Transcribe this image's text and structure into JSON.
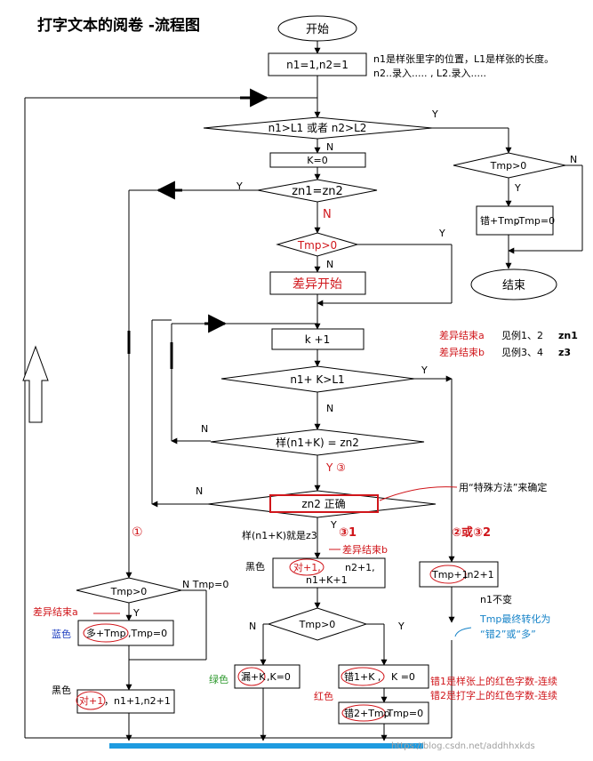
{
  "title": "打字文本的阅卷 -流程图",
  "nodes": {
    "start": "开始",
    "init": "n1=1,n2=1",
    "cond_end": "n1>L1 或者 n2>L2",
    "k_zero": "K=0",
    "cond_eq": "zn1=zn2",
    "cond_tmp1": "Tmp>0",
    "diff_start": "差异开始",
    "k_plus": "k +1",
    "cond_k": "n1+ K>L1",
    "cond_match": "样(n1+K) = zn2",
    "cond_zn2": "zn2 正确",
    "black_op_a": "对+1,",
    "black_op_b": "n2+1,",
    "black_op_c": "n1+K+1",
    "right_op_a": "Tmp+1",
    "right_op_b": ",n2+1",
    "cond_tmp_left": "Tmp>0",
    "blue_op_a": "多+Tmp",
    "blue_op_b": ",Tmp=0",
    "black2_op_a": "对+1",
    "black2_op_b": "，n1+1,n2+1",
    "cond_tmp_mid": "Tmp>0",
    "green_op_a": "漏+K",
    "green_op_b": ",K=0",
    "red_op1_a": "错1+K ,",
    "red_op1_b": "K =0",
    "red_op2_a": "错2+Tmp",
    "red_op2_b": ",Tmp=0",
    "cond_tmp_end": "Tmp>0",
    "end_op_a": "错+Tmp",
    "end_op_b": ",Tmp=0",
    "end": "结束"
  },
  "labels": {
    "yes": "Y",
    "no": "N",
    "n_tmp0": "N Tmp=0",
    "n_red": "N",
    "y3": "Y ③",
    "c1": "①",
    "c31": "③1",
    "c232": "②或③2",
    "n1_unchanged": "n1不变",
    "z3_line": "样(n1+K)就是z3",
    "diff_end_b": "差异结束b",
    "diff_end_a_left": "差异结束a",
    "black_label": "黑色",
    "blue_label": "蓝色",
    "green_label": "绿色",
    "red_label": "红色",
    "special": "用“特殊方法”来确定"
  },
  "notes": {
    "n1_line1": "n1是样张里字的位置，L1是样张的长度。",
    "n1_line2": "n2..录入.....     , L2.录入.....",
    "legend_a_label": "差异结束a",
    "legend_a_text": "见例1、2",
    "legend_a_code": "zn1",
    "legend_b_label": "差异结束b",
    "legend_b_text": "见例3、4",
    "legend_b_code": "z3",
    "tmp_note1": "Tmp最终转化为",
    "tmp_note2": "“错2”或“多”",
    "err1": "错1是样张上的红色字数-连续",
    "err2": "错2是打字上的红色字数-连续",
    "watermark": "https://blog.csdn.net/addhhxkds"
  },
  "colors": {
    "red": "#d0161b",
    "blue": "#1f3fc0",
    "green": "#2f9a2f",
    "teal": "#1683c8",
    "bar": "#1e9be0"
  }
}
